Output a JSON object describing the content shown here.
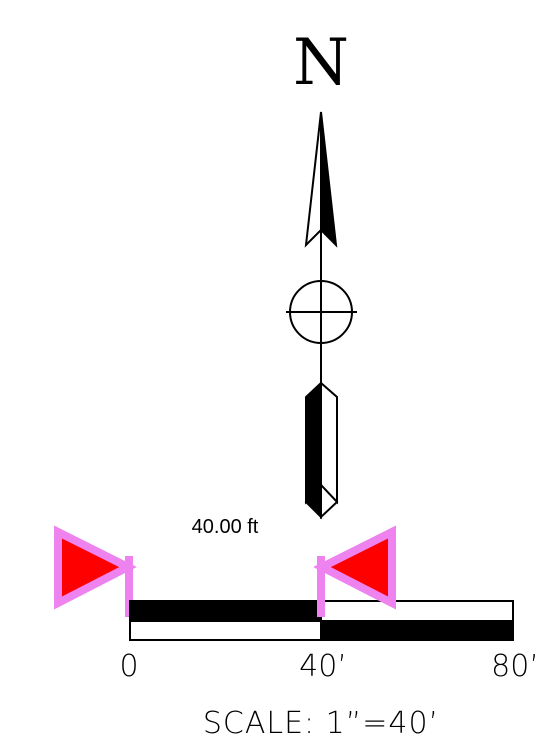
{
  "north_label": "N",
  "measurement": {
    "label": "40.00 ft",
    "value": 40.0,
    "unit": "ft"
  },
  "scale_bar": {
    "ticks": [
      "0",
      "40’",
      "80’"
    ],
    "scale_text": "SCALE:  1”=40’"
  },
  "colors": {
    "ink": "#000000",
    "marker_fill": "#ff0000",
    "marker_outline": "#ee82ee"
  },
  "icons": [
    "north-arrow-icon",
    "compass-crosshair-icon",
    "measure-start-marker-icon",
    "measure-end-marker-icon"
  ]
}
